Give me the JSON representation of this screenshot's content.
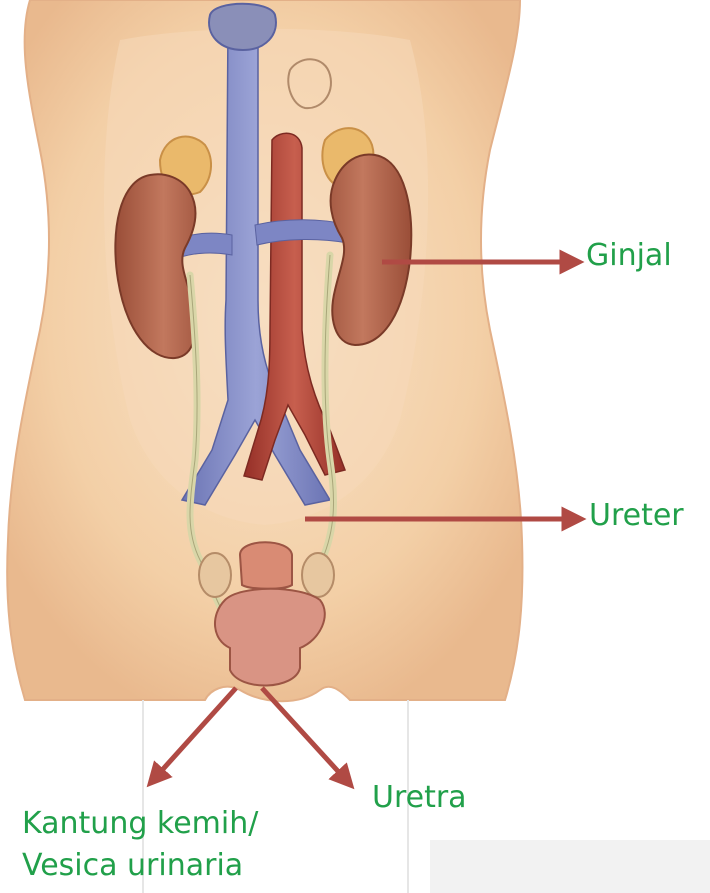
{
  "labels": {
    "ginjal": "Ginjal",
    "ureter": "Ureter",
    "uretra": "Uretra",
    "kantung": "Kantung kemih/",
    "vesica": "Vesica urinaria"
  },
  "colors": {
    "label_text": "#21a04a",
    "arrow": "#b04a44",
    "skin": "#f3cfa6",
    "skin_light": "#f8e2c6",
    "kidney": "#b8664d",
    "vein": "#7d86c4",
    "artery": "#b24a3c",
    "ureter": "#d9d6a8",
    "bladder": "#d99484",
    "adrenal": "#eab96b"
  },
  "icons": {
    "ginjal_arrow": "arrow-right",
    "ureter_arrow": "arrow-right",
    "kantung_arrow": "arrow-down-left",
    "uretra_arrow": "arrow-down-right"
  }
}
